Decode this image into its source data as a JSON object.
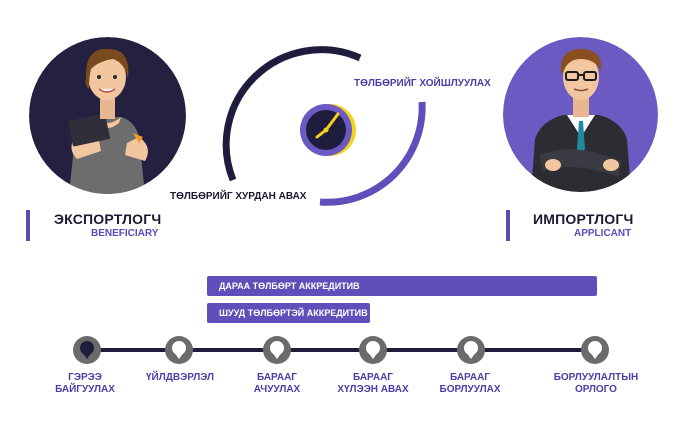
{
  "exporter": {
    "title": "ЭКСПОРТЛОГЧ",
    "subtitle": "BENEFICIARY"
  },
  "importer": {
    "title": "ИМПОРТЛОГЧ",
    "subtitle": "APPLICANT"
  },
  "cycle": {
    "defer_label": "ТӨЛБӨРИЙГ ХОЙШЛУУЛАХ",
    "fast_label": "ТӨЛБӨРИЙГ ХУРДАН АВАХ"
  },
  "bars": {
    "deferred": "ДАРАА ТӨЛБӨРТ АККРЕДИТИВ",
    "sight": "ШУУД ТӨЛБӨРТЭЙ АККРЕДИТИВ"
  },
  "timeline": {
    "steps": [
      {
        "label": "ГЭРЭЭ\nБАЙГУУЛАХ"
      },
      {
        "label": "ҮЙЛДВЭРЛЭЛ"
      },
      {
        "label": "БАРААГ\nАЧУУЛАХ"
      },
      {
        "label": "БАРААГ\nХҮЛЭЭН АВАХ"
      },
      {
        "label": "БАРААГ\nБОРЛУУЛАХ"
      },
      {
        "label": "БОРЛУУЛАЛТЫН\nОРЛОГО"
      }
    ]
  },
  "colors": {
    "navy": "#1f1d3d",
    "purple": "#5e4fba",
    "light_purple": "#6f5fc7",
    "gray": "#6b6b6b",
    "yellow": "#f5d21a"
  }
}
